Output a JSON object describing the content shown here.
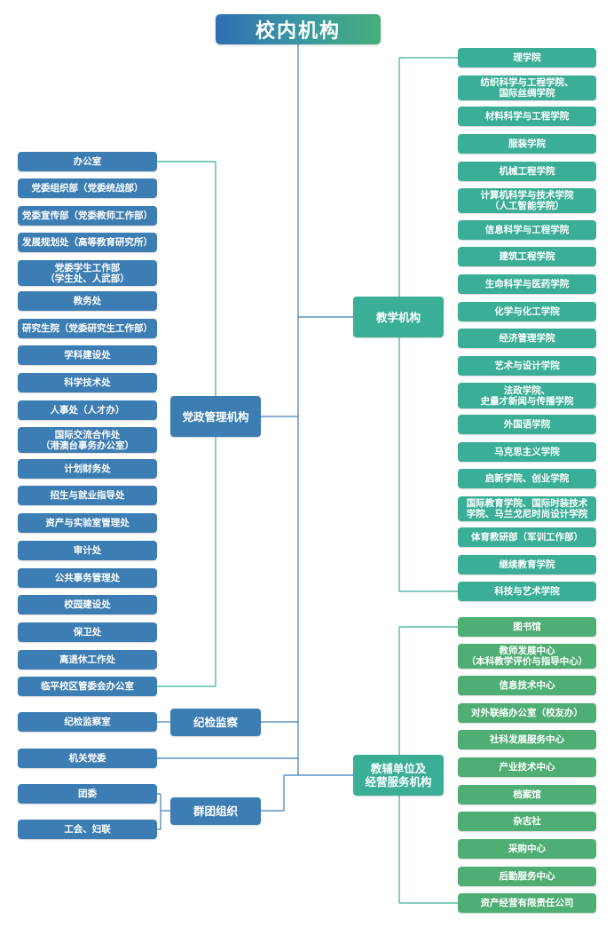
{
  "title": "校内机构",
  "colors": {
    "blue": "#3c7db3",
    "teal": "#3aae97",
    "green": "#4fae73",
    "line_blue": "#3c7db3",
    "line_teal": "#3aae97"
  },
  "categories": {
    "party_admin": "党政管理机构",
    "discipline": "纪检监察",
    "mass_org": "群团组织",
    "teaching": "教学机构",
    "support": "教辅单位及\n经营服务机构"
  },
  "party_admin_units": [
    "办公室",
    "党委组织部（党委统战部）",
    "党委宣传部（党委教师工作部）",
    "发展规划处（高等教育研究所）",
    "党委学生工作部\n（学生处、人武部）",
    "教务处",
    "研究生院（党委研究生工作部）",
    "学科建设处",
    "科学技术处",
    "人事处（人才办）",
    "国际交流合作处\n（港澳台事务办公室）",
    "计划财务处",
    "招生与就业指导处",
    "资产与实验室管理处",
    "审计处",
    "公共事务管理处",
    "校园建设处",
    "保卫处",
    "离退休工作处",
    "临平校区管委会办公室"
  ],
  "discipline_units": [
    "纪检监察室"
  ],
  "party_committee": "机关党委",
  "mass_org_units": [
    "团委",
    "工会、妇联"
  ],
  "teaching_units": [
    "理学院",
    "纺织科学与工程学院、\n国际丝绸学院",
    "材料科学与工程学院",
    "服装学院",
    "机械工程学院",
    "计算机科学与技术学院\n（人工智能学院）",
    "信息科学与工程学院",
    "建筑工程学院",
    "生命科学与医药学院",
    "化学与化工学院",
    "经济管理学院",
    "艺术与设计学院",
    "法政学院、\n史量才新闻与传播学院",
    "外国语学院",
    "马克思主义学院",
    "启新学院、创业学院",
    "国际教育学院、国际时装技术\n学院、马兰戈尼时尚设计学院",
    "体育教研部（军训工作部）",
    "继续教育学院",
    "科技与艺术学院"
  ],
  "support_units": [
    "图书馆",
    "教师发展中心\n（本科教学评价与指导中心）",
    "信息技术中心",
    "对外联络办公室（校友办）",
    "社科发展服务中心",
    "产业技术中心",
    "档案馆",
    "杂志社",
    "采购中心",
    "后勤服务中心",
    "资产经营有限责任公司"
  ]
}
